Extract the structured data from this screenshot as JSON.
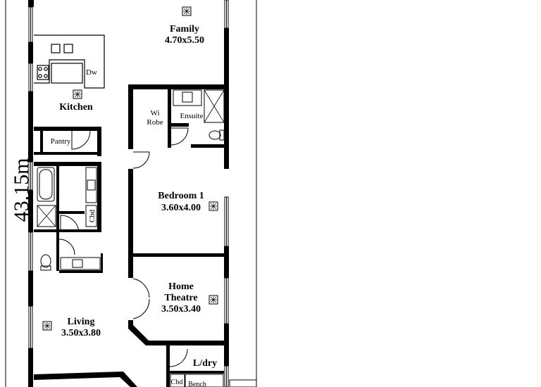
{
  "plan": {
    "overall_dimension": "43.15m",
    "rooms": {
      "family": {
        "name": "Family",
        "size": "4.70x5.50"
      },
      "kitchen": {
        "name": "Kitchen",
        "dw_label": "Dw"
      },
      "pantry": {
        "name": "Pantry"
      },
      "wirobe": {
        "line1": "Wi",
        "line2": "Robe"
      },
      "ensuite": {
        "name": "Ensuite"
      },
      "bedroom1": {
        "name": "Bedroom 1",
        "size": "3.60x4.00"
      },
      "bath_cbd": {
        "name": "Cbd"
      },
      "home_theatre": {
        "line1": "Home",
        "line2": "Theatre",
        "size": "3.50x3.40"
      },
      "living": {
        "name": "Living",
        "size": "3.50x3.80"
      },
      "laundry": {
        "name": "L/dry",
        "cbd": "Cbd",
        "bench": "Bench"
      }
    },
    "colors": {
      "wall": "#000000",
      "background": "#ffffff"
    }
  }
}
